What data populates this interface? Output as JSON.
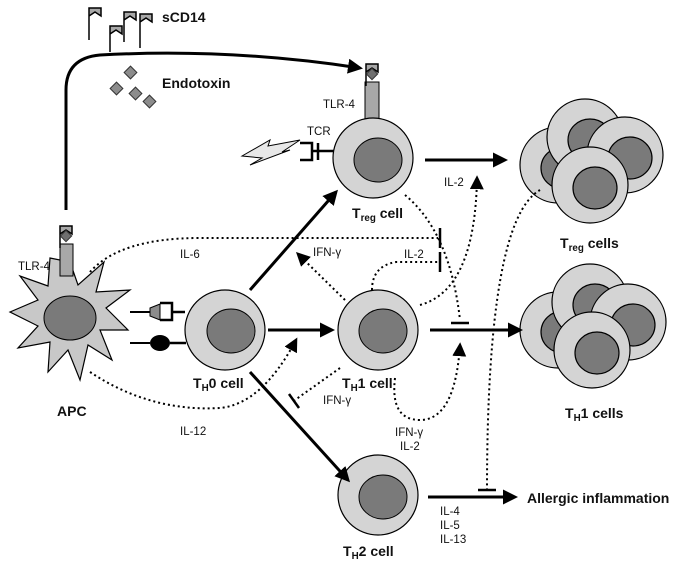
{
  "labels": {
    "scd14": "sCD14",
    "endotoxin": "Endotoxin",
    "tlr4_treg": "TLR-4",
    "tlr4_apc": "TLR-4",
    "tcr": "TCR",
    "apc": "APC",
    "treg_cell": {
      "prefix": "T",
      "sub": "reg",
      "suffix": " cell"
    },
    "treg_cells": {
      "prefix": "T",
      "sub": "reg",
      "suffix": " cells"
    },
    "th0_cell": {
      "prefix": "T",
      "sub": "H",
      "suffix": "0 cell"
    },
    "th1_cell": {
      "prefix": "T",
      "sub": "H",
      "suffix": "1 cell"
    },
    "th1_cells": {
      "prefix": "T",
      "sub": "H",
      "suffix": "1 cells"
    },
    "th2_cell": {
      "prefix": "T",
      "sub": "H",
      "suffix": "2 cell"
    },
    "allergic_inflammation": "Allergic inflammation"
  },
  "cytokines": {
    "il2_treg": "IL-2",
    "il6": "IL-6",
    "ifng_top": "IFN-γ",
    "il2_mid": "IL-2",
    "ifng_left": "IFN-γ",
    "ifng_bottom": "IFN-γ",
    "il2_bottom": "IL-2",
    "il12": "IL-12",
    "th2_products": [
      "IL-4",
      "IL-5",
      "IL-13"
    ]
  },
  "colors": {
    "cell_fill": "#d4d4d4",
    "nucleus_fill": "#7a7a7a",
    "apc_fill": "#c8c8c8",
    "receptor_fill": "#a8a8a8",
    "line": "#000000"
  }
}
